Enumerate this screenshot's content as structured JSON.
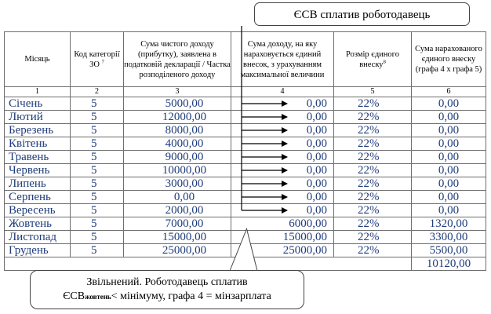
{
  "headers": {
    "month": "Місяць",
    "category_line1": "Код категорії",
    "category_line2": "ЗО",
    "category_sup": "7",
    "net_income": "Сума чистого доходу (прибутку), заявлена в податковій декларації / Частка розподіленого доходу",
    "base": "Сума доходу, на яку нараховується єдиний внесок, з урахуванням максимальної величини",
    "rate": "Розмір єдиного внеску",
    "rate_sup": "8",
    "accrued": "Сума нарахованого єдиного внеску (графа 4 х графа 5)"
  },
  "column_numbers": [
    "1",
    "2",
    "3",
    "4",
    "5",
    "6"
  ],
  "rows": [
    {
      "month": "Січень",
      "code": "5",
      "income": "5000,00",
      "base": "0,00",
      "rate": "22%",
      "amount": "0,00"
    },
    {
      "month": "Лютий",
      "code": "5",
      "income": "12000,00",
      "base": "0,00",
      "rate": "22%",
      "amount": "0,00"
    },
    {
      "month": "Березень",
      "code": "5",
      "income": "8000,00",
      "base": "0,00",
      "rate": "22%",
      "amount": "0,00"
    },
    {
      "month": "Квітень",
      "code": "5",
      "income": "4000,00",
      "base": "0,00",
      "rate": "22%",
      "amount": "0,00"
    },
    {
      "month": "Травень",
      "code": "5",
      "income": "9000,00",
      "base": "0,00",
      "rate": "22%",
      "amount": "0,00"
    },
    {
      "month": "Червень",
      "code": "5",
      "income": "10000,00",
      "base": "0,00",
      "rate": "22%",
      "amount": "0,00"
    },
    {
      "month": "Липень",
      "code": "5",
      "income": "3000,00",
      "base": "0,00",
      "rate": "22%",
      "amount": "0,00"
    },
    {
      "month": "Серпень",
      "code": "5",
      "income": "0,00",
      "base": "0,00",
      "rate": "22%",
      "amount": "0,00"
    },
    {
      "month": "Вересень",
      "code": "5",
      "income": "2000,00",
      "base": "0,00",
      "rate": "22%",
      "amount": "0,00"
    },
    {
      "month": "Жовтень",
      "code": "5",
      "income": "7000,00",
      "base": "6000,00",
      "rate": "22%",
      "amount": "1320,00"
    },
    {
      "month": "Листопад",
      "code": "5",
      "income": "15000,00",
      "base": "15000,00",
      "rate": "22%",
      "amount": "3300,00"
    },
    {
      "month": "Грудень",
      "code": "5",
      "income": "25000,00",
      "base": "25000,00",
      "rate": "22%",
      "amount": "5500,00"
    }
  ],
  "total": "10120,00",
  "callout_top": "ЄСВ сплатив роботодавець",
  "callout_bottom": {
    "line1": "Звільнений. Роботодавець сплатив",
    "prefix": "ЄСВ",
    "subscript": "жовтень",
    "suffix": "< мінімуму, графа 4 = мінзарплата"
  }
}
